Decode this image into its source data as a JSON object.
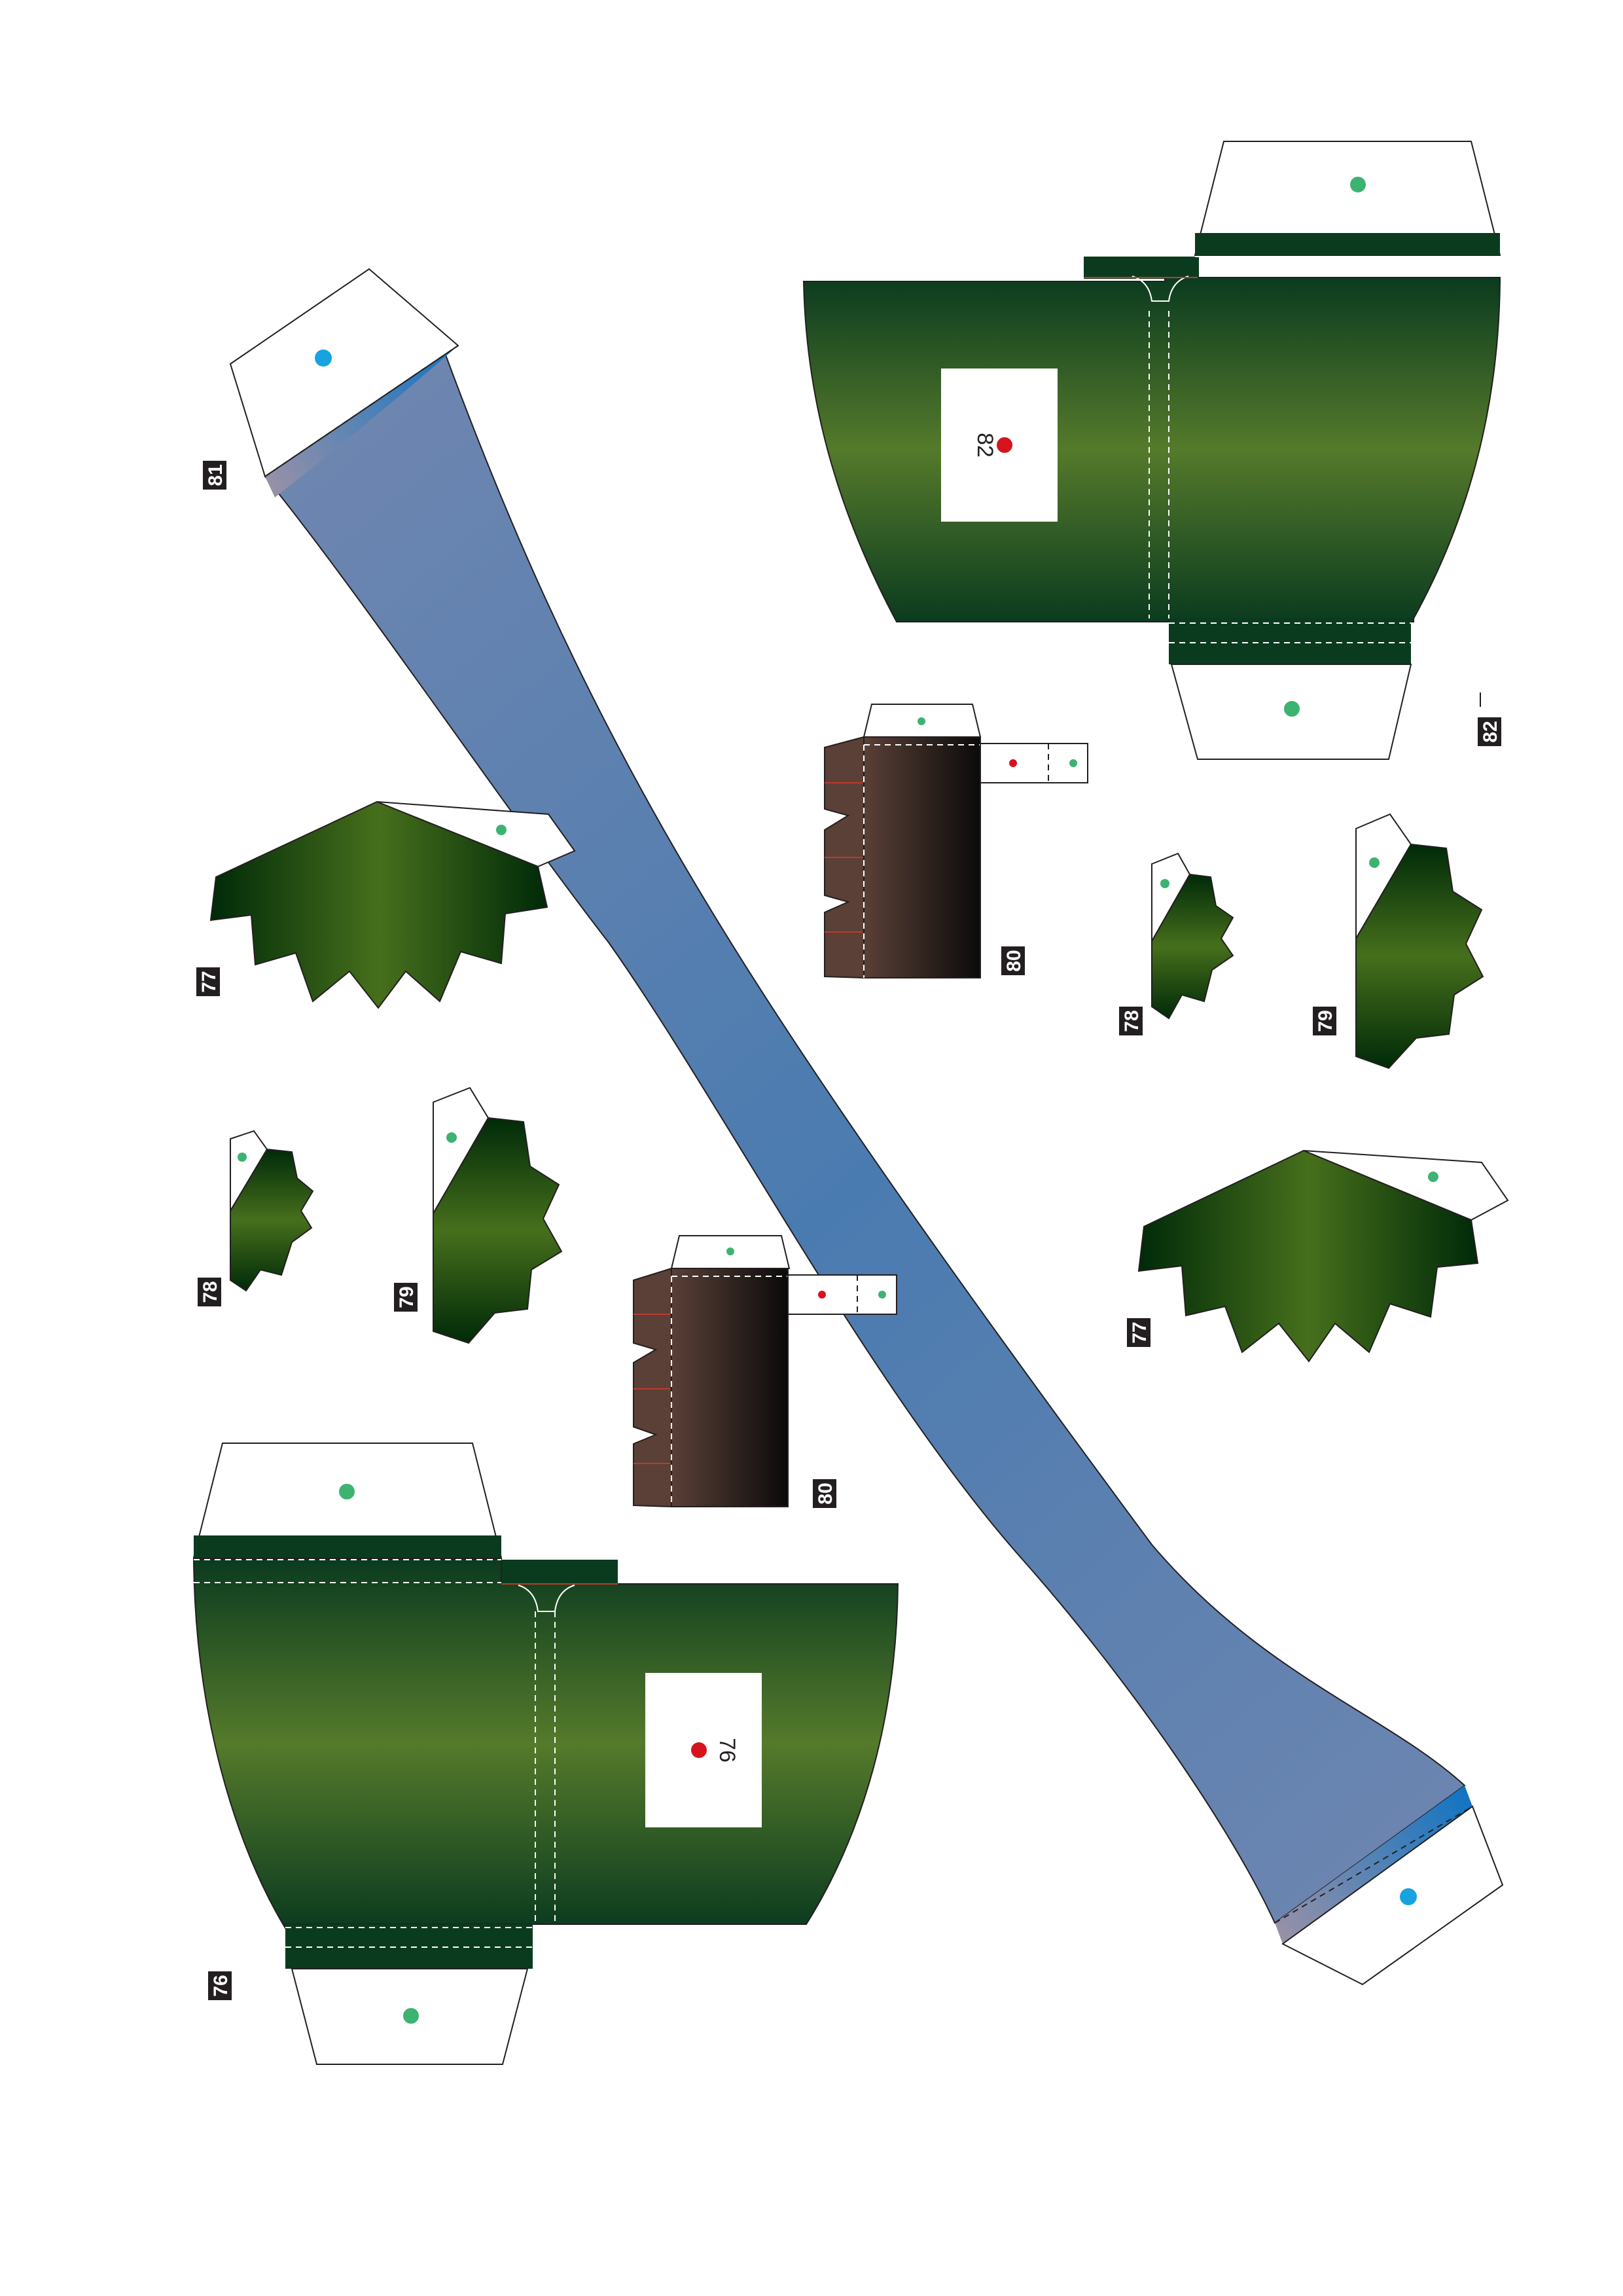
{
  "sheet": {
    "parts": [
      {
        "id": "76",
        "label": "76",
        "window_label": "76"
      },
      {
        "id": "77a",
        "label": "77"
      },
      {
        "id": "77b",
        "label": "77"
      },
      {
        "id": "78a",
        "label": "78"
      },
      {
        "id": "78b",
        "label": "78"
      },
      {
        "id": "79a",
        "label": "79"
      },
      {
        "id": "79b",
        "label": "79"
      },
      {
        "id": "80a",
        "label": "80"
      },
      {
        "id": "80b",
        "label": "80"
      },
      {
        "id": "81",
        "label": "81"
      },
      {
        "id": "82",
        "label": "82",
        "window_label": "82"
      }
    ],
    "colors": {
      "green_dark": "#0b3b1f",
      "green_mid": "#557a2b",
      "green_leaf_dark": "#002a08",
      "green_leaf_light": "#466f1c",
      "brown": "#5a4037",
      "black": "#0b0a0a",
      "blue": "#0f74c3",
      "mauve": "#9690a8",
      "dot_green": "#3cb371",
      "dot_red": "#d7141e",
      "dot_blue": "#16a3e0",
      "label_bg": "#231f20"
    },
    "icons": [
      "glue-dot-green",
      "glue-dot-red",
      "glue-dot-blue"
    ]
  }
}
